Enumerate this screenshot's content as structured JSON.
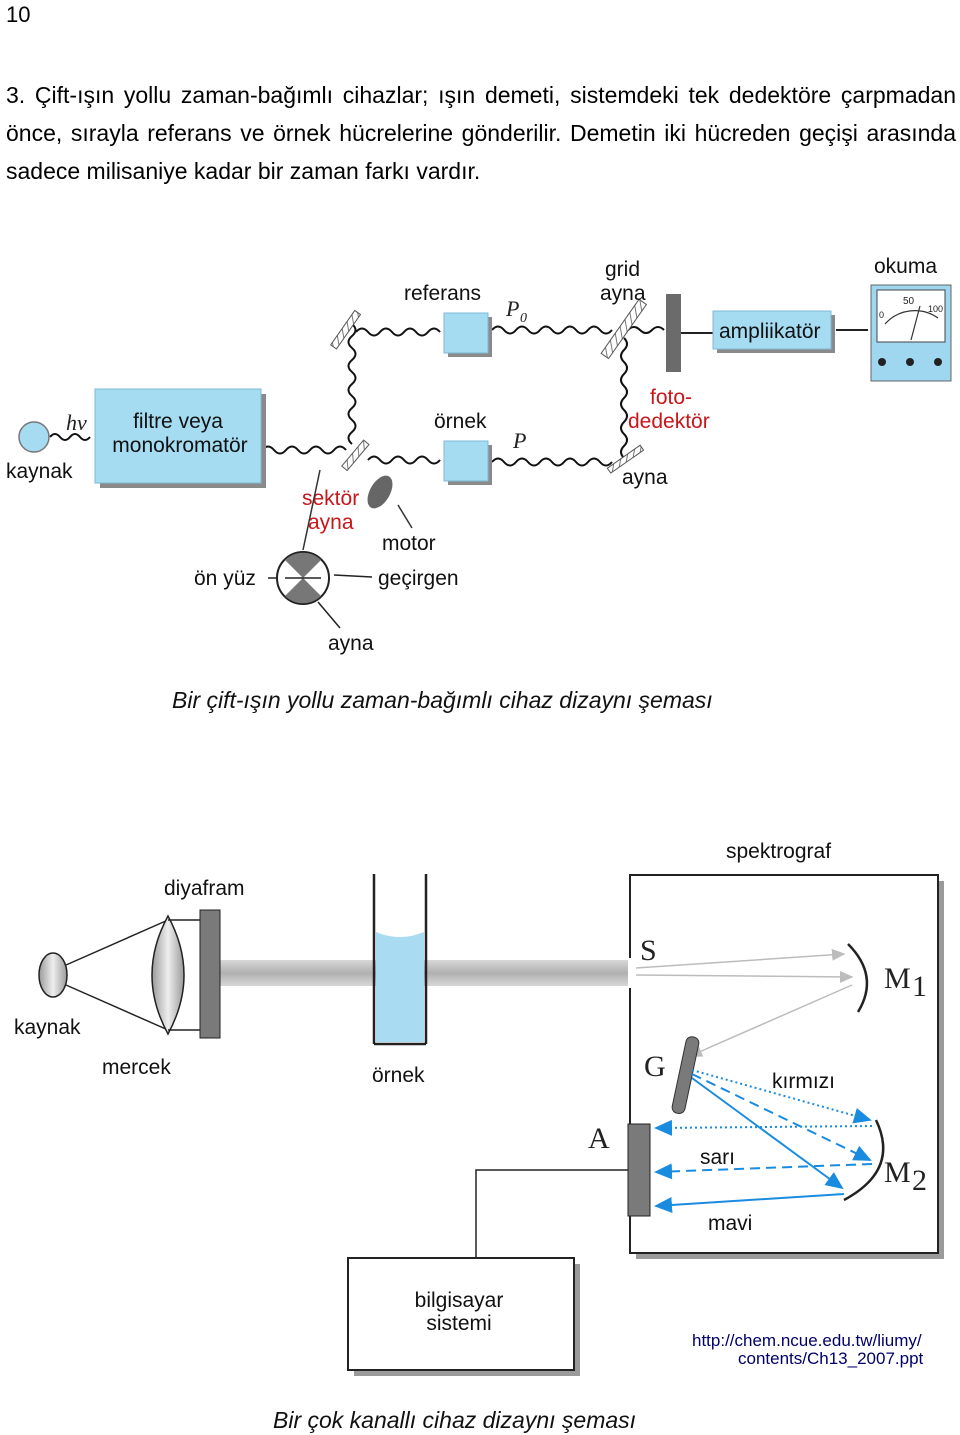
{
  "page_number": "10",
  "paragraph": "3. Çift-ışın yollu zaman-bağımlı cihazlar; ışın demeti, sistemdeki tek dedektöre çarpmadan önce, sırayla referans ve örnek hücrelerine gönderilir. Demetin iki hücreden geçişi arasında sadece milisaniye kadar bir zaman farkı vardır.",
  "diagram1": {
    "labels": {
      "referans": "referans",
      "p0": "P",
      "p0_sub": "0",
      "grid": "grid",
      "grid_ayna": "ayna",
      "okuma": "okuma",
      "ampliikator": "ampliikatör",
      "meter_50": "50",
      "meter_0": "0",
      "meter_100": "100",
      "kaynak": "kaynak",
      "hv": "hν",
      "filtre1": "filtre veya",
      "filtre2": "monokromatör",
      "ornek": "örnek",
      "p": "P",
      "foto1": "foto-",
      "foto2": "dedektör",
      "ayna_right": "ayna",
      "sektor": "sektör",
      "sektor_ayna": "ayna",
      "motor": "motor",
      "on_yuz": "ön yüz",
      "gecirgen": "geçirgen",
      "ayna_bottom": "ayna"
    },
    "caption": "Bir çift-ışın yollu zaman-bağımlı cihaz dizaynı şeması"
  },
  "diagram2": {
    "labels": {
      "spektrograf": "spektrograf",
      "diyafram": "diyafram",
      "kaynak": "kaynak",
      "mercek": "mercek",
      "ornek": "örnek",
      "S": "S",
      "M1": "M",
      "M1_sub": "1",
      "G": "G",
      "kirmizi": "kırmızı",
      "A": "A",
      "sari": "sarı",
      "M2": "M",
      "M2_sub": "2",
      "mavi": "mavi",
      "bilgisayar1": "bilgisayar",
      "bilgisayar2": "sistemi",
      "url1": "http://chem.ncue.edu.tw/liumy/",
      "url2": "contents/Ch13_2007.ppt"
    },
    "caption": "Bir çok kanallı cihaz dizaynı şeması"
  },
  "colors": {
    "cell_fill": "#a6dcf2",
    "box_fill": "#9fd6f0",
    "red_label": "#c8161a",
    "beam_blue": "#1a8ce0",
    "mirror_gray": "#6b6b6b",
    "sample_liquid": "#a9dcf3",
    "beam_gray": "#bcbcbc"
  }
}
